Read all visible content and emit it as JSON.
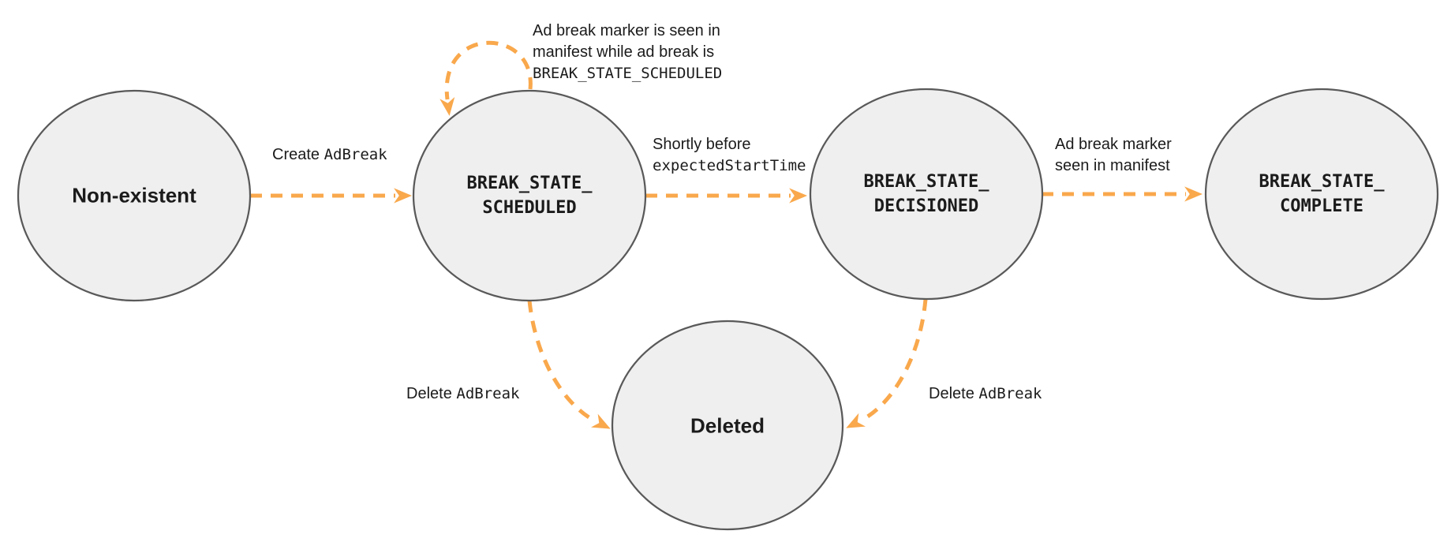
{
  "colors": {
    "accent": "#F9A84C",
    "node_fill": "#EFEFEF",
    "node_stroke": "#595959",
    "text": "#1B1B1B"
  },
  "nodes": {
    "non_existent": {
      "label": "Non-existent"
    },
    "scheduled": {
      "line1": "BREAK_STATE_",
      "line2": "SCHEDULED"
    },
    "decisioned": {
      "line1": "BREAK_STATE_",
      "line2": "DECISIONED"
    },
    "complete": {
      "line1": "BREAK_STATE_",
      "line2": "COMPLETE"
    },
    "deleted": {
      "label": "Deleted"
    }
  },
  "edges": {
    "create": {
      "text": "Create ",
      "code": "AdBreak"
    },
    "self_loop": {
      "line1": "Ad break marker is seen in",
      "line2": "manifest while ad break is",
      "line3_code": "BREAK_STATE_SCHEDULED"
    },
    "to_decisioned": {
      "line1": "Shortly before",
      "line2_code": "expectedStartTime"
    },
    "to_complete": {
      "line1": "Ad break marker",
      "line2": "seen in manifest"
    },
    "delete_from_scheduled": {
      "text": "Delete ",
      "code": "AdBreak"
    },
    "delete_from_decisioned": {
      "text": "Delete ",
      "code": "AdBreak"
    }
  }
}
